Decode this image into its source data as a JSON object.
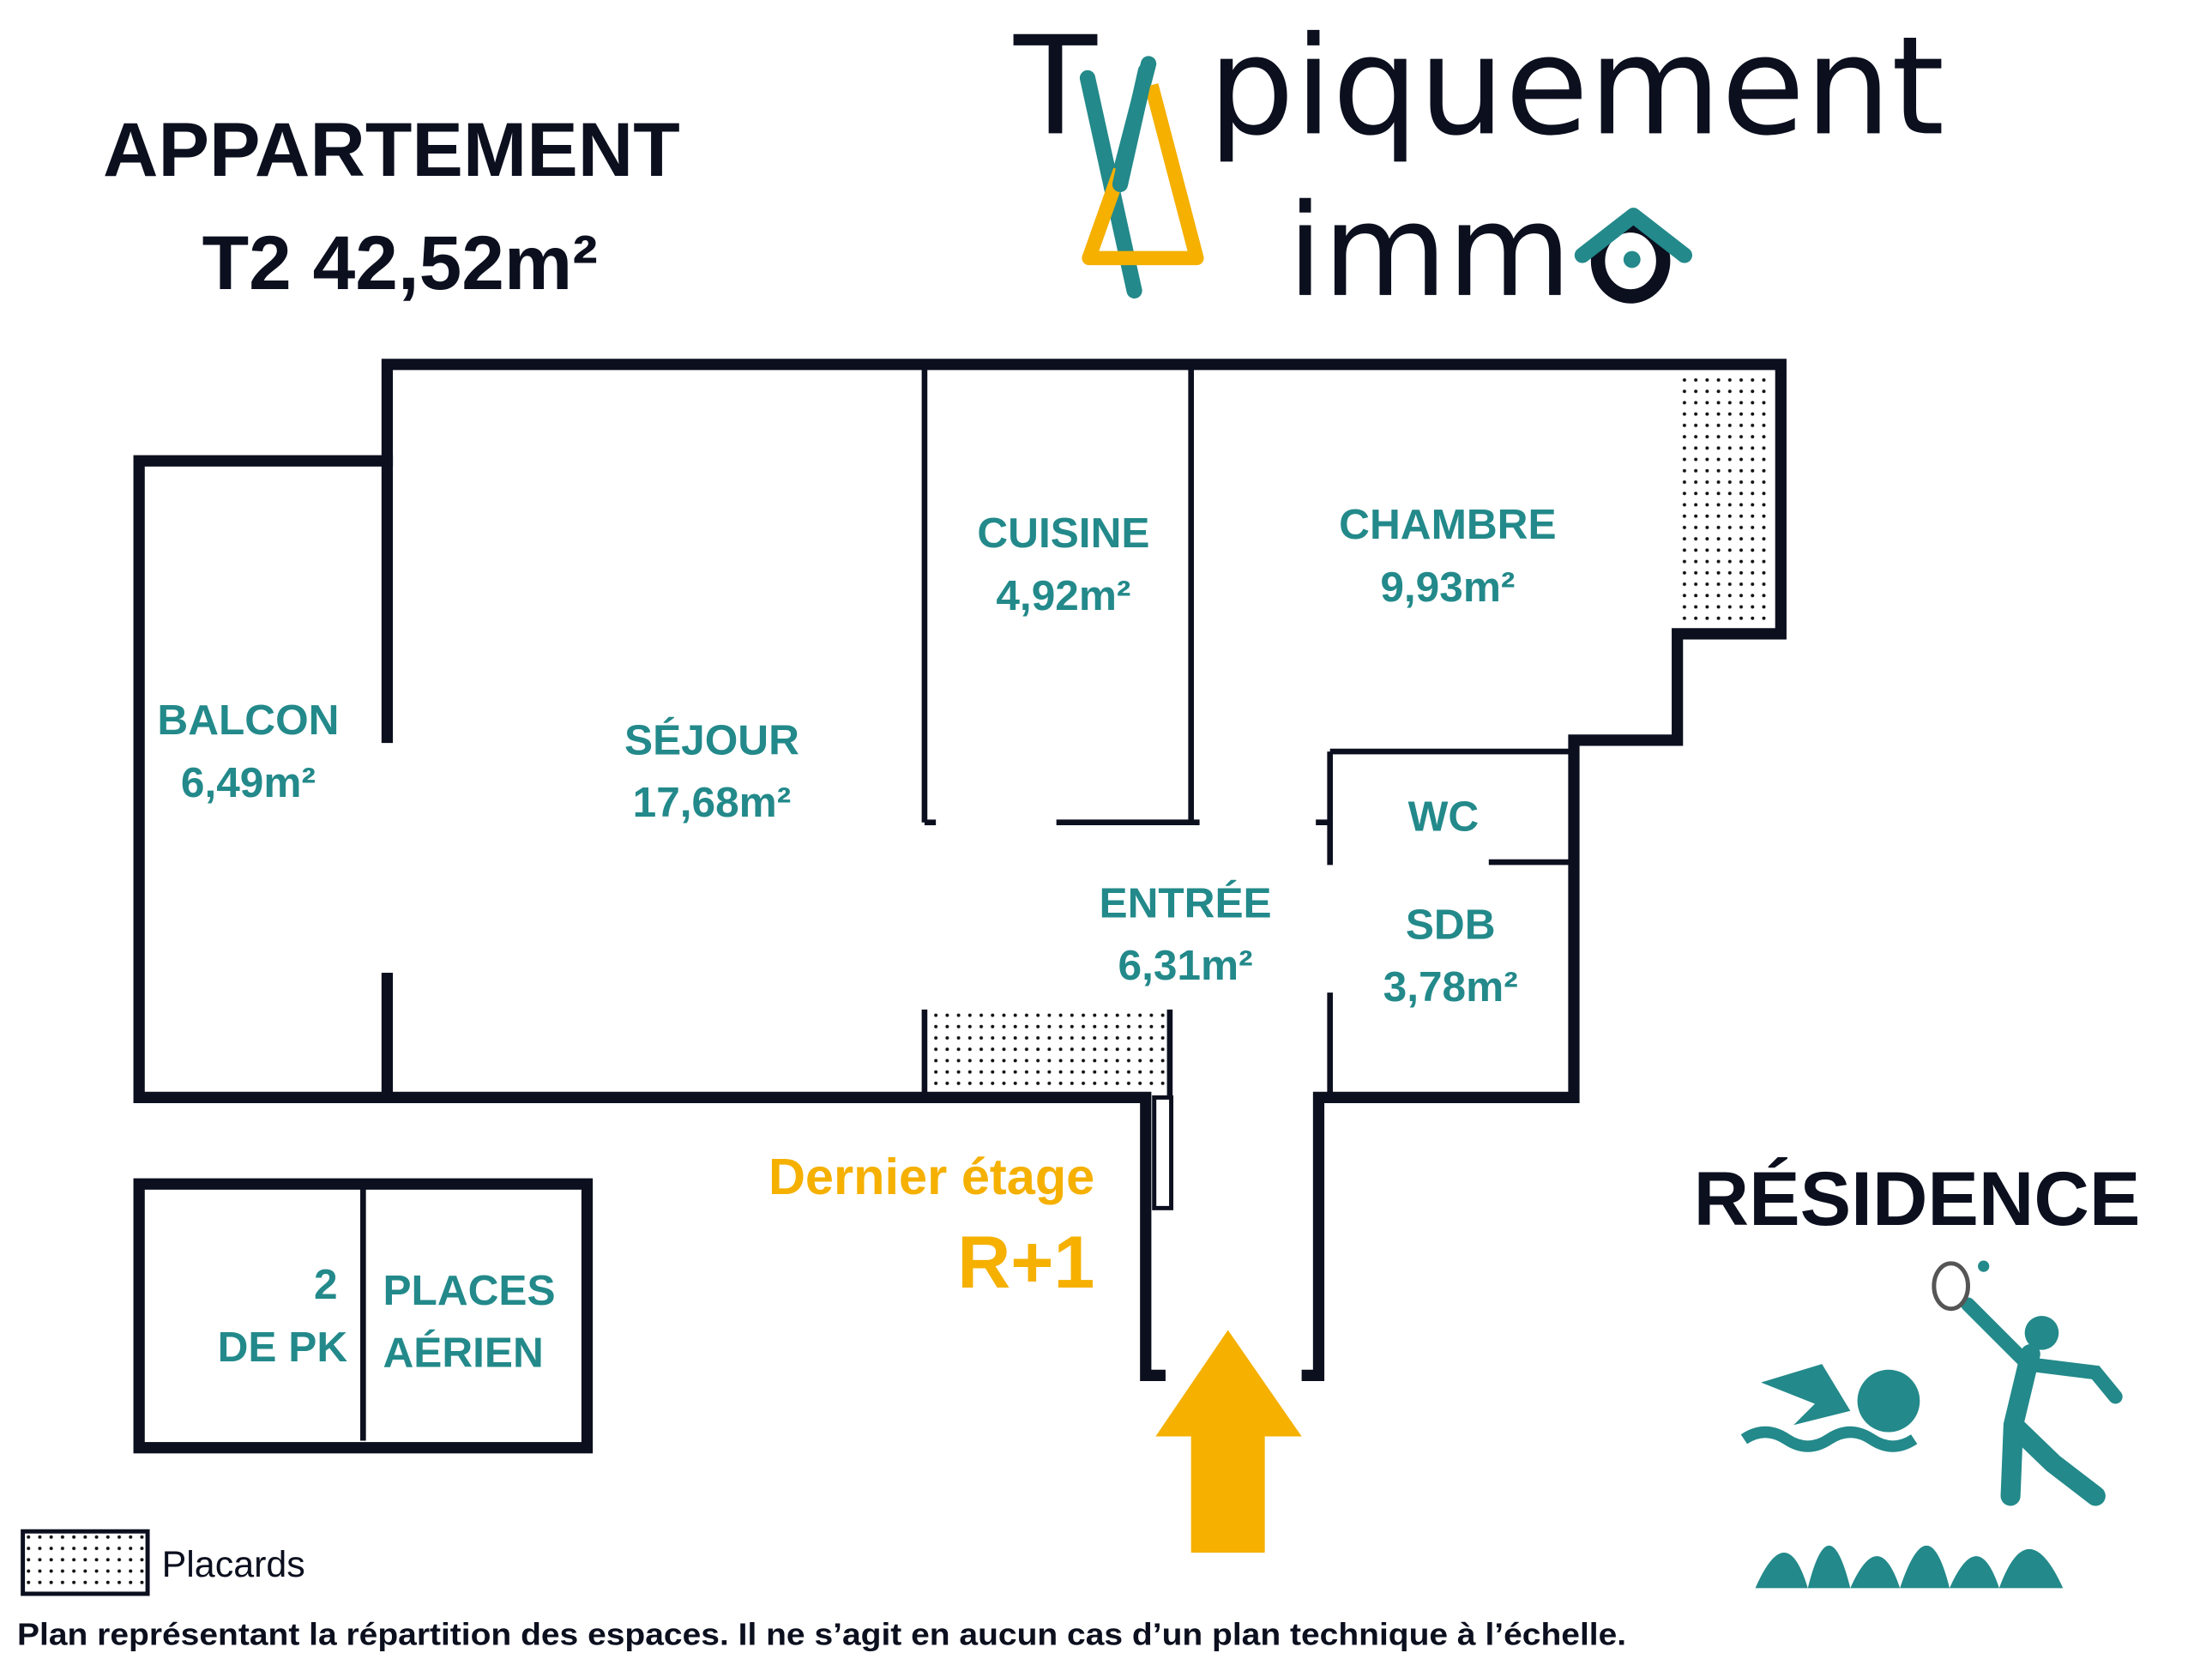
{
  "header": {
    "title_line1": "APPARTEMENT",
    "title_line2": "T2 42,52m²"
  },
  "logo": {
    "brand_t": "T",
    "brand_rest": "piquement",
    "brand_immo": "imm"
  },
  "rooms": {
    "balcon": {
      "name": "BALCON",
      "area": "6,49m²"
    },
    "sejour": {
      "name": "SÉJOUR",
      "area": "17,68m²"
    },
    "cuisine": {
      "name": "CUISINE",
      "area": "4,92m²"
    },
    "chambre": {
      "name": "CHAMBRE",
      "area": "9,93m²"
    },
    "wc": {
      "name": "WC"
    },
    "entree": {
      "name": "ENTRÉE",
      "area": "6,31m²"
    },
    "sdb": {
      "name": "SDB",
      "area": "3,78m²"
    }
  },
  "parking": {
    "count": "2",
    "line2_left": "DE PK",
    "line1_right": "PLACES",
    "line2_right": "AÉRIEN"
  },
  "floor": {
    "label": "Dernier étage",
    "level": "R+1"
  },
  "residence": {
    "title": "RÉSIDENCE"
  },
  "legend": {
    "placards": "Placards"
  },
  "disclaimer": "Plan représentant la répartition des espaces. Il ne s’agit en aucun cas d’un plan technique à l’échelle.",
  "colors": {
    "teal": "#23898a",
    "navy": "#0b0f1e",
    "yellow": "#f5b000"
  }
}
